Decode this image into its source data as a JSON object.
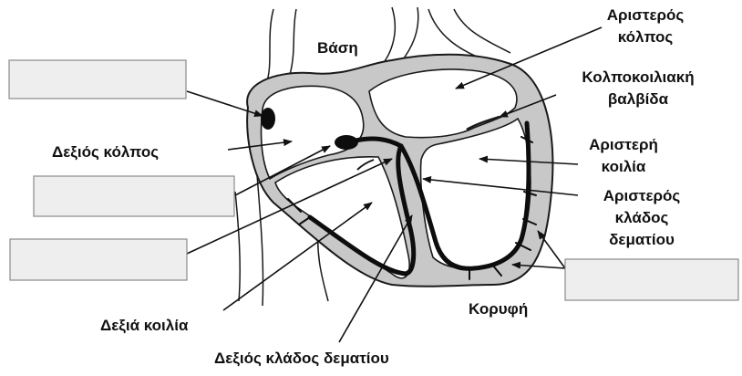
{
  "diagram": {
    "labels": {
      "base": "Βάση",
      "left_atrium_1": "Αριστερός",
      "left_atrium_2": "κόλπος",
      "av_valve_1": "Κολποκοιλιακή",
      "av_valve_2": "βαλβίδα",
      "left_ventricle_1": "Αριστερή",
      "left_ventricle_2": "κοιλία",
      "left_bundle_1": "Αριστερός",
      "left_bundle_2": "κλάδος",
      "left_bundle_3": "δεματίου",
      "right_atrium": "Δεξιός κόλπος",
      "right_ventricle": "Δεξιά κοιλία",
      "apex": "Κορυφή",
      "right_bundle": "Δεξιός κλάδος δεματίου"
    },
    "blank_boxes": [
      {
        "id": "blank-1",
        "text": ""
      },
      {
        "id": "blank-2",
        "text": ""
      },
      {
        "id": "blank-3",
        "text": ""
      },
      {
        "id": "blank-4",
        "text": ""
      }
    ],
    "colors": {
      "wall": "#c8c8c8",
      "outline": "#1a1a1a",
      "conduction": "#0d0d0d",
      "blank_fill": "#eeeeee"
    }
  }
}
